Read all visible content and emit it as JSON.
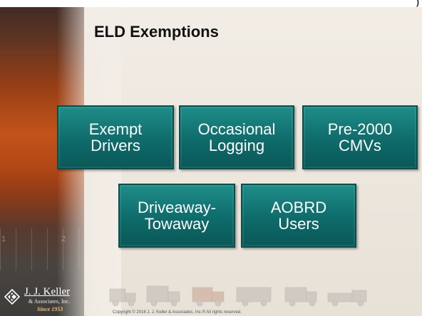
{
  "slide": {
    "title": "ELD Exemptions",
    "top_strip_text": ")",
    "faint_numbers": [
      "1",
      "2"
    ],
    "boxes": [
      {
        "label": "Exempt\nDrivers"
      },
      {
        "label": "Occasional\nLogging"
      },
      {
        "label": "Pre-2000\nCMVs"
      },
      {
        "label": "Driveaway-\nTowaway"
      },
      {
        "label": "AOBRD\nUsers"
      }
    ],
    "logo": {
      "name": "J. J. Keller",
      "sub": "& Associates, Inc.",
      "since": "Since 1953"
    },
    "copyright": "Copyright © 2016  J. J. Keller & Associates, Inc.® All rights reserved."
  },
  "colors": {
    "box_fill": "#0e6b6a",
    "box_border": "#0b4f4d",
    "accent_orange": "#c1531a"
  }
}
